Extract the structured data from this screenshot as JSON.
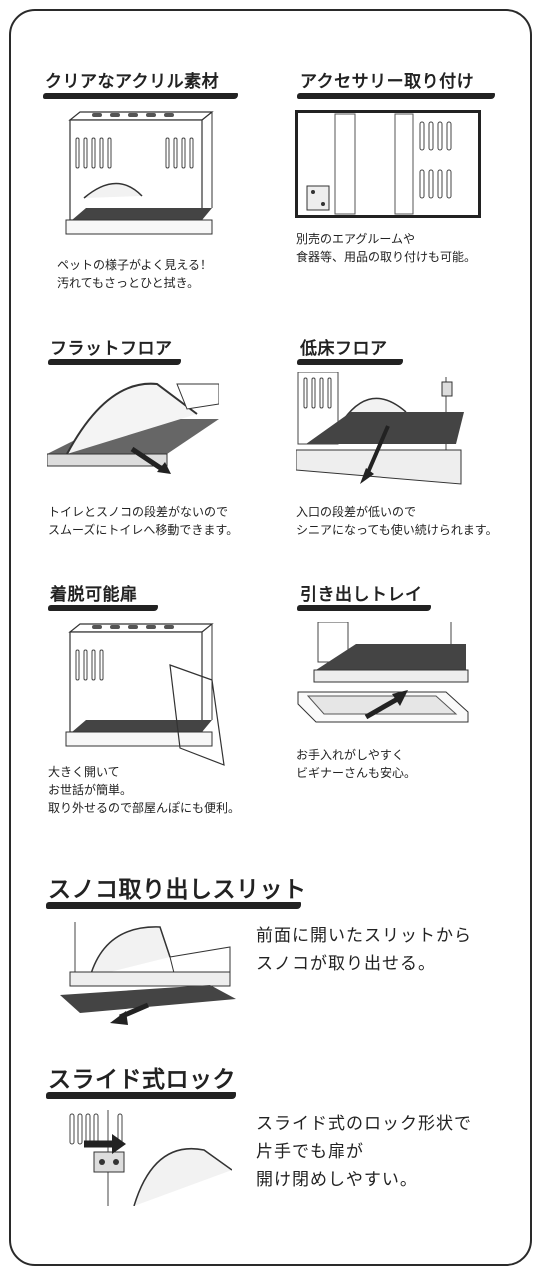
{
  "features": [
    {
      "id": "acrylic",
      "title": "クリアなアクリル素材",
      "icon": "cage-illustration",
      "desc": [
        "ペットの様子がよく見える！",
        "汚れてもさっとひと拭き。"
      ]
    },
    {
      "id": "accessory",
      "title": "アクセサリー取り付け",
      "icon": "cage-side-panel-illustration",
      "desc": [
        "別売のエアグルームや",
        "食器等、用品の取り付けも可能。"
      ]
    },
    {
      "id": "flat-floor",
      "title": "フラットフロア",
      "icon": "toilet-floor-illustration",
      "desc": [
        "トイレとスノコの段差がないので",
        "スムーズにトイレへ移動できます。"
      ]
    },
    {
      "id": "low-floor",
      "title": "低床フロア",
      "icon": "low-floor-illustration",
      "desc": [
        "入口の段差が低いので",
        "シニアになっても使い続けられます。"
      ]
    },
    {
      "id": "door",
      "title": "着脱可能扉",
      "icon": "removable-door-illustration",
      "desc": [
        "大きく開いて",
        "お世話が簡単。",
        "取り外せるので部屋んぽにも便利。"
      ]
    },
    {
      "id": "tray",
      "title": "引き出しトレイ",
      "icon": "drawer-tray-illustration",
      "desc": [
        "お手入れがしやすく",
        "ビギナーさんも安心。"
      ]
    },
    {
      "id": "slit",
      "title": "スノコ取り出しスリット",
      "icon": "floor-slit-illustration",
      "desc": [
        "前面に開いたスリットから",
        "スノコが取り出せる。"
      ]
    },
    {
      "id": "lock",
      "title": "スライド式ロック",
      "icon": "slide-lock-illustration",
      "desc": [
        "スライド式のロック形状で",
        "片手でも扉が",
        "開け閉めしやすい。"
      ]
    }
  ]
}
